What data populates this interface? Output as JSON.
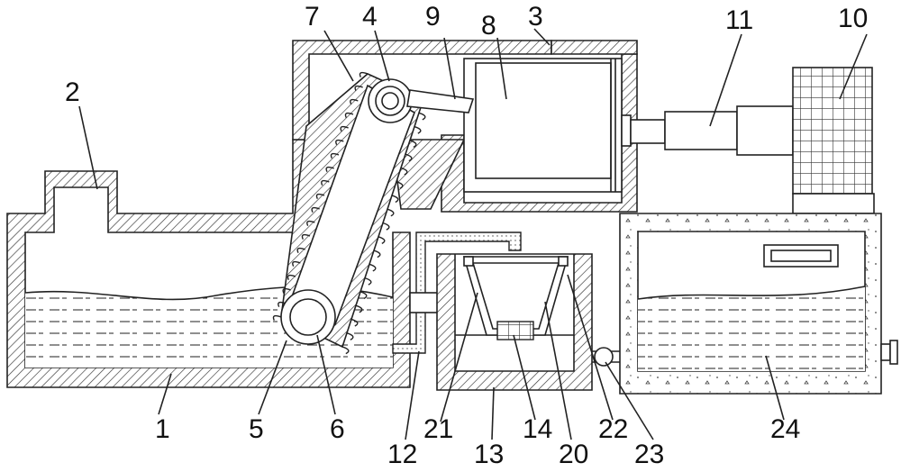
{
  "labels": {
    "l1": "1",
    "l2": "2",
    "l3": "3",
    "l4": "4",
    "l5": "5",
    "l6": "6",
    "l7": "7",
    "l8": "8",
    "l9": "9",
    "l10": "10",
    "l11": "11",
    "l12": "12",
    "l13": "13",
    "l14": "14",
    "l20": "20",
    "l21": "21",
    "l22": "22",
    "l23": "23",
    "l24": "24"
  }
}
